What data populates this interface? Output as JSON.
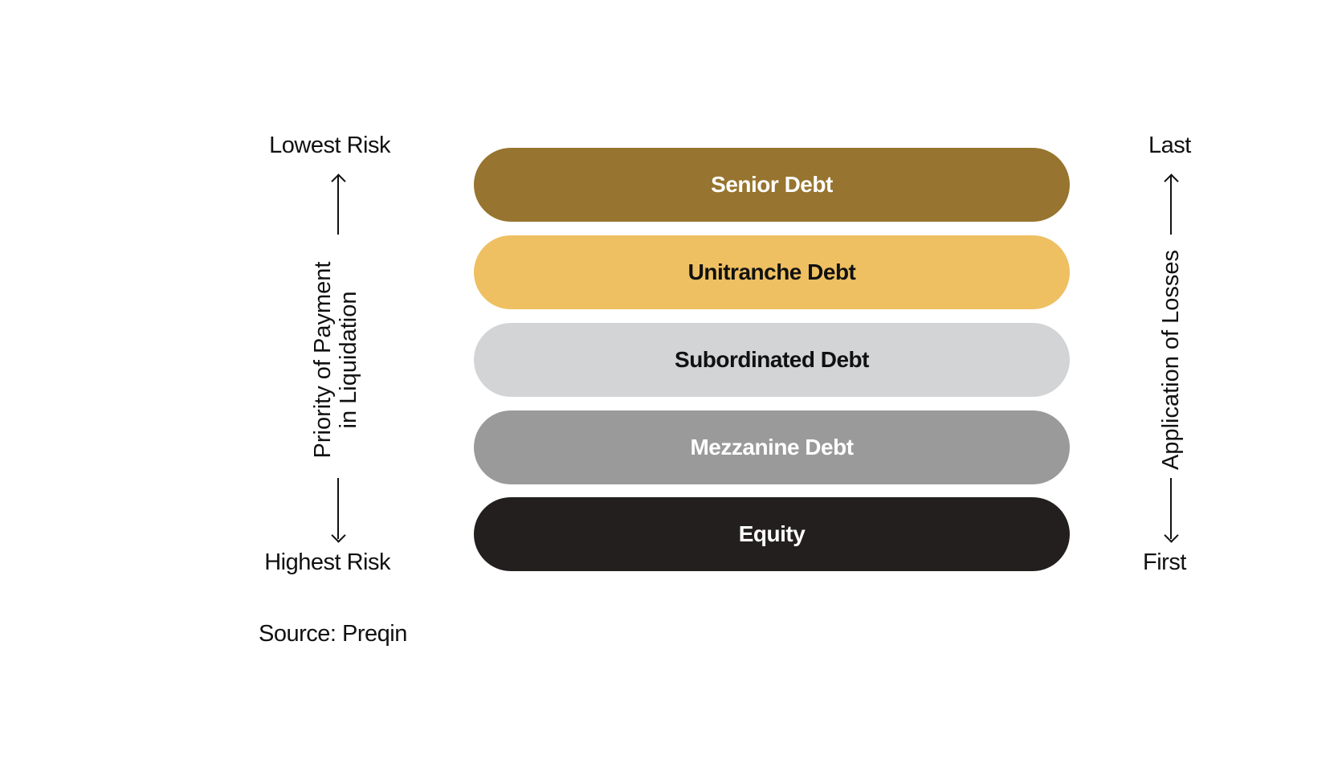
{
  "left_axis": {
    "top_label": "Lowest Risk",
    "bottom_label": "Highest Risk",
    "title_line1": "Priority of Payment",
    "title_line2": "in Liquidation"
  },
  "right_axis": {
    "top_label": "Last",
    "bottom_label": "First",
    "title": "Application of Losses"
  },
  "tranches": [
    {
      "label": "Senior Debt",
      "color": "#97742f",
      "text_color": "#ffffff"
    },
    {
      "label": "Unitranche Debt",
      "color": "#eec062",
      "text_color": "#111111"
    },
    {
      "label": "Subordinated Debt",
      "color": "#d3d4d6",
      "text_color": "#111111"
    },
    {
      "label": "Mezzanine Debt",
      "color": "#9a9a9a",
      "text_color": "#ffffff"
    },
    {
      "label": "Equity",
      "color": "#221f1e",
      "text_color": "#ffffff"
    }
  ],
  "source": "Source: Preqin"
}
